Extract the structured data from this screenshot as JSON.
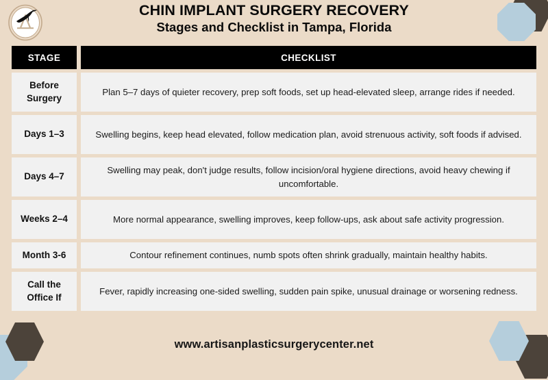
{
  "header": {
    "title_main": "CHIN IMPLANT SURGERY RECOVERY",
    "title_sub": "Stages and Checklist in Tampa, Florida",
    "logo_icon": "bird-over-letter-a-emblem-icon"
  },
  "table": {
    "columns": {
      "stage": "STAGE",
      "checklist": "CHECKLIST"
    },
    "rows": [
      {
        "stage": "Before Surgery",
        "checklist": "Plan 5–7 days of quieter recovery, prep soft foods, set up head-elevated sleep, arrange rides if needed."
      },
      {
        "stage": "Days 1–3",
        "checklist": "Swelling begins, keep head elevated, follow medication plan, avoid strenuous activity, soft foods if advised."
      },
      {
        "stage": "Days 4–7",
        "checklist": "Swelling may peak, don't judge results, follow incision/oral hygiene directions, avoid heavy chewing if uncomfortable."
      },
      {
        "stage": "Weeks 2–4",
        "checklist": "More normal appearance, swelling improves, keep follow-ups, ask about safe activity progression."
      },
      {
        "stage": "Month 3-6",
        "checklist": "Contour refinement continues, numb spots often shrink gradually, maintain healthy habits."
      },
      {
        "stage": "Call the Office If",
        "checklist": "Fever, rapidly increasing one-sided swelling, sudden pain spike, unusual drainage or worsening redness."
      }
    ]
  },
  "footer": {
    "url": "www.artisanplasticsurgerycenter.net"
  },
  "decorations": {
    "hexagon_blue": "hexagon-blue-icon",
    "hexagon_brown": "hexagon-brown-icon",
    "octagon_blue": "octagon-blue-icon"
  },
  "colors": {
    "background": "#EBDBC8",
    "cell_background": "#F1F1F1",
    "header_background": "#000000",
    "header_text": "#FFFFFF",
    "accent_blue": "#B5CEDC",
    "accent_brown": "#4C433A",
    "body_text": "#1A1A1A"
  }
}
